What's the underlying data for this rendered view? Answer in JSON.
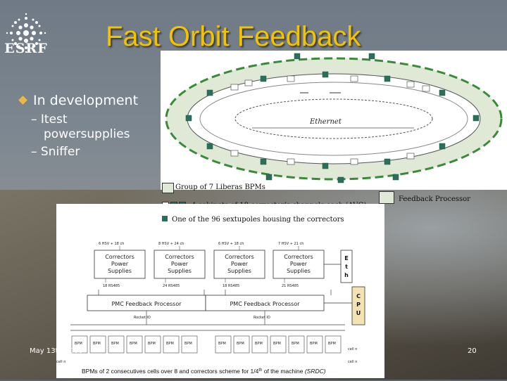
{
  "header": {
    "title": "Fast Orbit Feedback",
    "logo_text": "ESRF"
  },
  "bullets": {
    "main": "In development",
    "subs": [
      "– Itest",
      "powersupplies",
      "– Sniffer"
    ]
  },
  "ring": {
    "ethernet_label": "Ethernet"
  },
  "legend": {
    "group": "Group of 7 Liberas BPMs",
    "feedback": "Feedback Processor",
    "cabinets": "4 cabinets of 18 corrector’s channels each (AVG)",
    "sextupoles": "One of the 96 sextupoles housing the correctors"
  },
  "schematic": {
    "hsv": [
      "6 HSV + 18 ch",
      "8 HSV + 24 ch",
      "6 HSV + 18 ch",
      "7 HSV + 21 ch"
    ],
    "psu_label_lines": [
      "Correctors",
      "Power",
      "Supplies"
    ],
    "rs485": [
      "18 RS485",
      "24 RS485",
      "18 RS485",
      "21 RS485"
    ],
    "eth_letters": [
      "E",
      "t",
      "h"
    ],
    "cpu_letters": [
      "C",
      "P",
      "U"
    ],
    "pmc": "PMC Feedback Processor",
    "rocket": "Rocket IO",
    "bpm": "BPM",
    "cell_left": "cell n",
    "cell_right_top": "cell n",
    "cell_right_bottom": "cell n",
    "caption": "BPMs of 2 consecutives cells over 8 and correctors scheme for 1/4",
    "caption_sup": "th",
    "caption_end": " of the machine ",
    "caption_italic": "(SRDC)"
  },
  "footer": {
    "date": "May 13th 2006",
    "page": "20"
  }
}
